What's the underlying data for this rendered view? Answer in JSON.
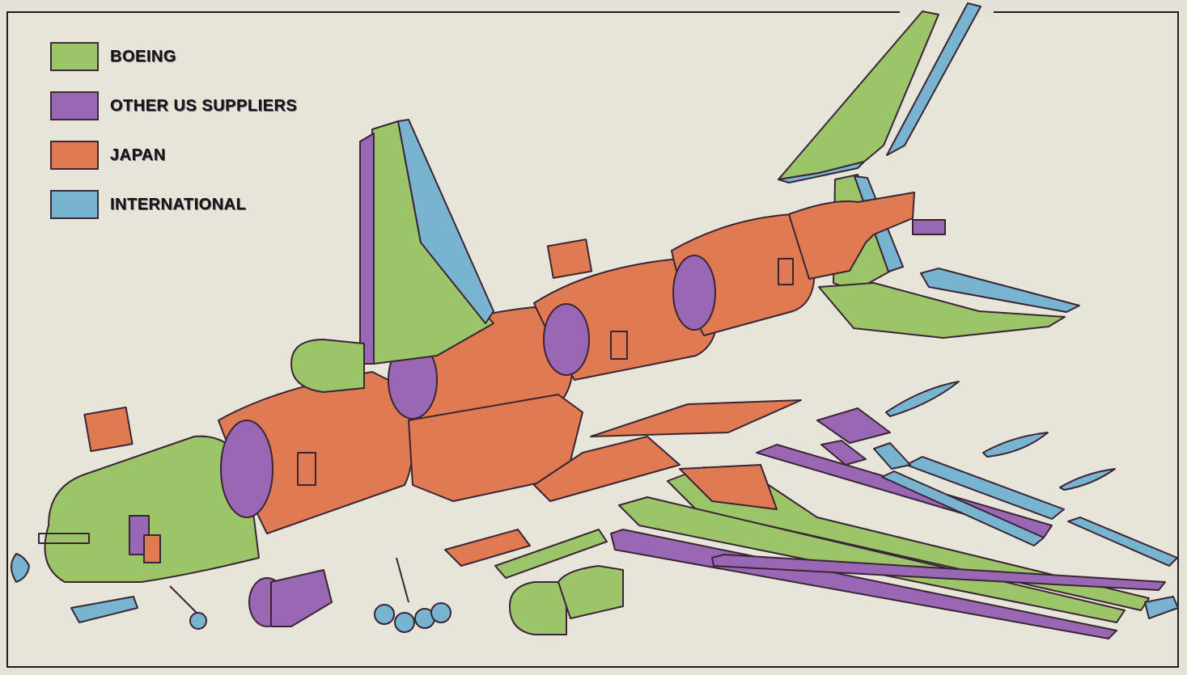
{
  "legend": {
    "items": [
      {
        "label": "BOEING",
        "color": "#9cc468"
      },
      {
        "label": "OTHER US SUPPLIERS",
        "color": "#9a67b5"
      },
      {
        "label": "JAPAN",
        "color": "#df7a52"
      },
      {
        "label": "INTERNATIONAL",
        "color": "#78b4cf"
      }
    ]
  },
  "colors": {
    "boeing": "#9cc468",
    "other_us": "#9a67b5",
    "japan": "#df7a52",
    "international": "#78b4cf",
    "outline": "#3a2535",
    "background": "#e7e4d9"
  }
}
